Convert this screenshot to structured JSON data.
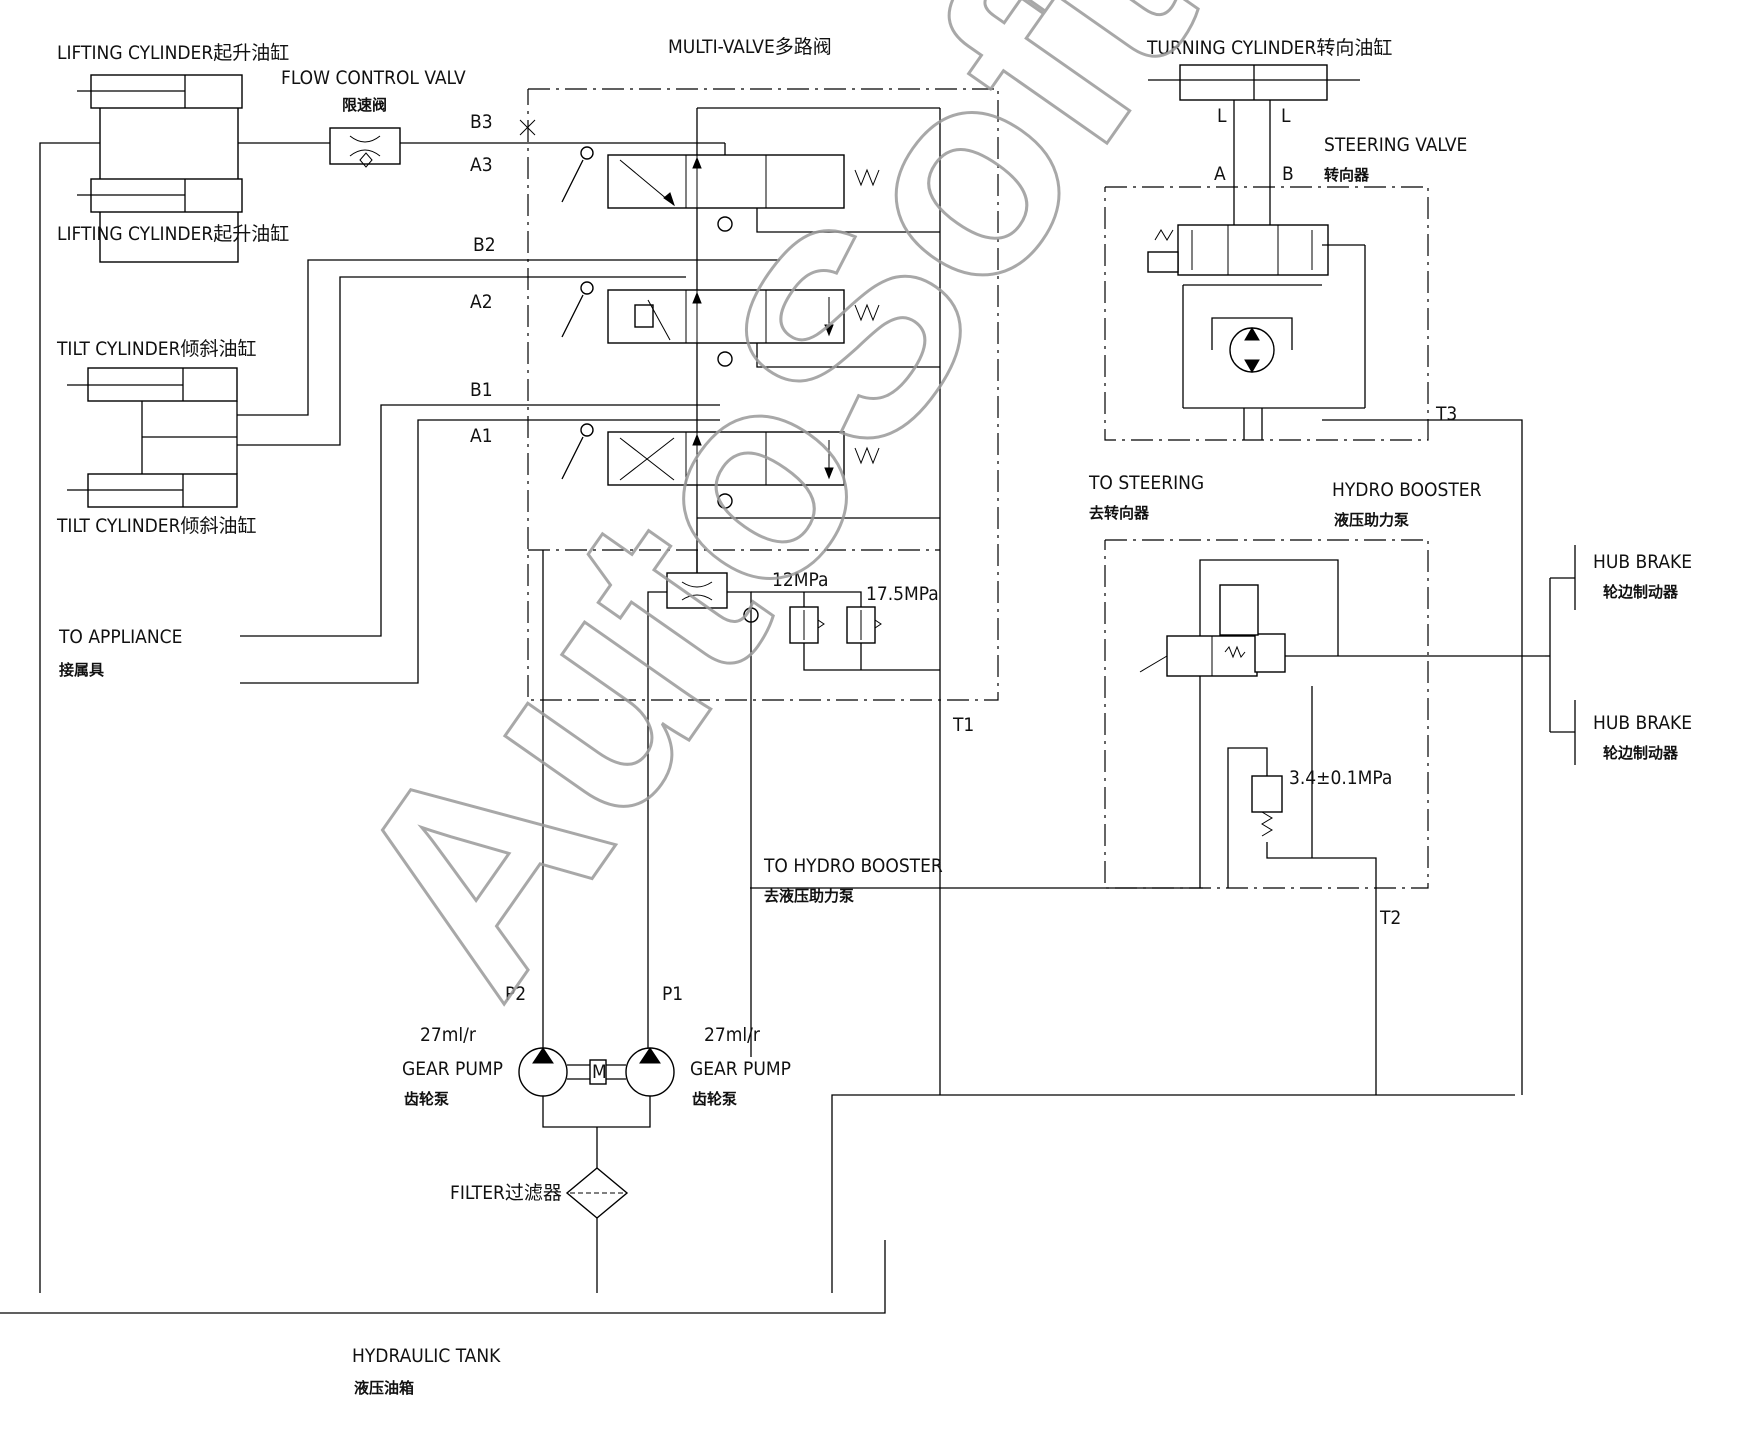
{
  "watermark": "AutoSoft",
  "labels": {
    "lifting_cyl_top": "LIFTING CYLINDER起升油缸",
    "lifting_cyl_bottom": "LIFTING CYLINDER起升油缸",
    "flow_control": "FLOW CONTROL VALV",
    "flow_control_cn": "限速阀",
    "multi_valve": "MULTI-VALVE多路阀",
    "tilt_cyl_top": "TILT CYLINDER倾斜油缸",
    "tilt_cyl_bottom": "TILT CYLINDER倾斜油缸",
    "to_appliance": "TO APPLIANCE",
    "to_appliance_cn": "接属具",
    "turning_cyl": "TURNING CYLINDER转向油缸",
    "steering_valve": "STEERING VALVE",
    "steering_valve_cn": "转向器",
    "to_steering": "TO STEERING",
    "to_steering_cn": "去转向器",
    "hydro_booster": "HYDRO BOOSTER",
    "hydro_booster_cn": "液压助力泵",
    "hub_brake_1": "HUB BRAKE",
    "hub_brake_1_cn": "轮边制动器",
    "hub_brake_2": "HUB BRAKE",
    "hub_brake_2_cn": "轮边制动器",
    "to_hydro_booster": "TO HYDRO BOOSTER",
    "to_hydro_booster_cn": "去液压助力泵",
    "pump_left_flow": "27ml/r",
    "pump_left_name": "GEAR PUMP",
    "pump_left_cn": "齿轮泵",
    "pump_right_flow": "27ml/r",
    "pump_right_name": "GEAR PUMP",
    "pump_right_cn": "齿轮泵",
    "motor": "M",
    "filter": "FILTER过滤器",
    "tank": "HYDRAULIC TANK",
    "tank_cn": "液压油箱",
    "relief_12": "12MPa",
    "relief_175": "17.5MPa",
    "relief_34": "3.4±0.1MPa"
  },
  "ports": {
    "B3": "B3",
    "A3": "A3",
    "B2": "B2",
    "A2": "A2",
    "B1": "B1",
    "A1": "A1",
    "A": "A",
    "B": "B",
    "L1": "L",
    "L2": "L",
    "T1": "T1",
    "T2": "T2",
    "T3": "T3",
    "P1": "P1",
    "P2": "P2"
  }
}
